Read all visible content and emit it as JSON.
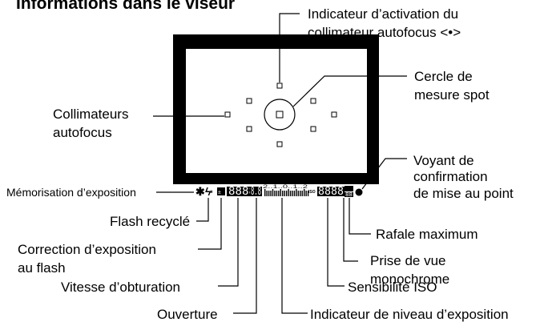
{
  "title": "Informations dans le viseur",
  "labels": {
    "af_activation_l1": "Indicateur d’activation du",
    "af_activation_l2": "collimateur autofocus <•>",
    "spot_l1": "Cercle de",
    "spot_l2": "mesure spot",
    "af_points_l1": "Collimateurs",
    "af_points_l2": "autofocus",
    "focus_confirm_l1": "Voyant de",
    "focus_confirm_l2": "confirmation",
    "focus_confirm_l3": "de mise au point",
    "ae_lock": "Mémorisation d’exposition",
    "flash_ready": "Flash recyclé",
    "max_burst": "Rafale maximum",
    "flash_comp_l1": "Correction d’exposition",
    "flash_comp_l2": "au flash",
    "monochrome_l1": "Prise de vue",
    "monochrome_l2": "monochrome",
    "shutter_speed": "Vitesse d’obturation",
    "iso": "Sensibilité ISO",
    "aperture": "Ouverture",
    "exposure_level": "Indicateur de niveau d’exposition"
  },
  "display": {
    "ae_lock_symbol": "✱",
    "flash_symbol": "ϟ",
    "shutter_digits": "8888",
    "aperture_digits": "8.8",
    "scale_text": "2..1..0..1..2",
    "iso_prefix": "ISO",
    "iso_digits": "8888",
    "burst_digits": "88"
  }
}
